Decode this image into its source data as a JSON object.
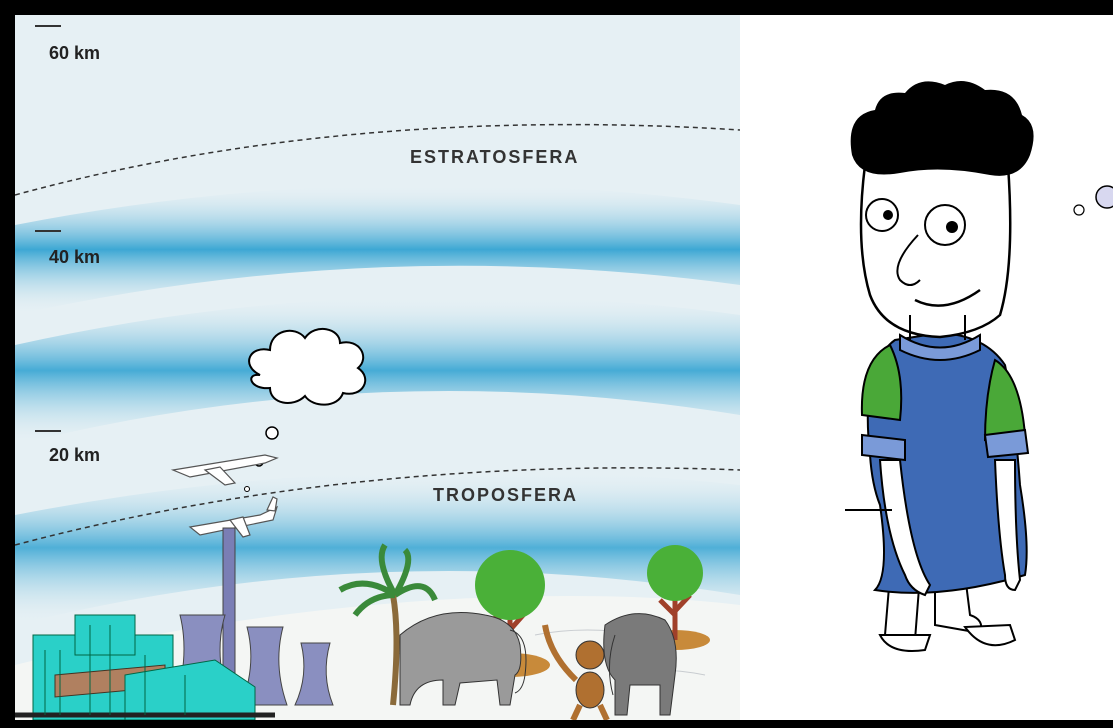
{
  "altitudes": {
    "km60": "60 km",
    "km40": "40 km",
    "km20": "20 km"
  },
  "layers": {
    "stratosphere": "ESTRATOSFERA",
    "troposphere": "TROPOSFERA"
  },
  "colors": {
    "band_blue": "#2a9fd0",
    "sky_light": "#e6f0f4",
    "shirt_green": "#4aa838",
    "vest_blue": "#3e6ab5",
    "factory_cyan": "#2ad0c8"
  }
}
